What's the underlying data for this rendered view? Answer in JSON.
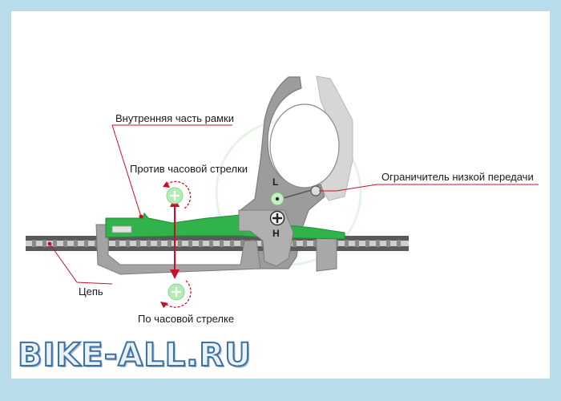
{
  "labels": {
    "inner_frame": "Внутренняя часть рамки",
    "counter_clockwise": "Против часовой стрелки",
    "limiter": "Ограничитель низкой передачи",
    "chain": "Цепь",
    "clockwise": "По часовой стрелке",
    "screw_low": "L",
    "screw_high": "H"
  },
  "watermark": "BIKE-ALL.RU",
  "colors": {
    "frame_border": "#b9dcea",
    "accent_red": "#c8102e",
    "cage_green": "#2fb34a",
    "body_gray": "#9a9a9a",
    "clamp_light": "#d8d8d8",
    "chain_dark": "#4a4a4a"
  }
}
